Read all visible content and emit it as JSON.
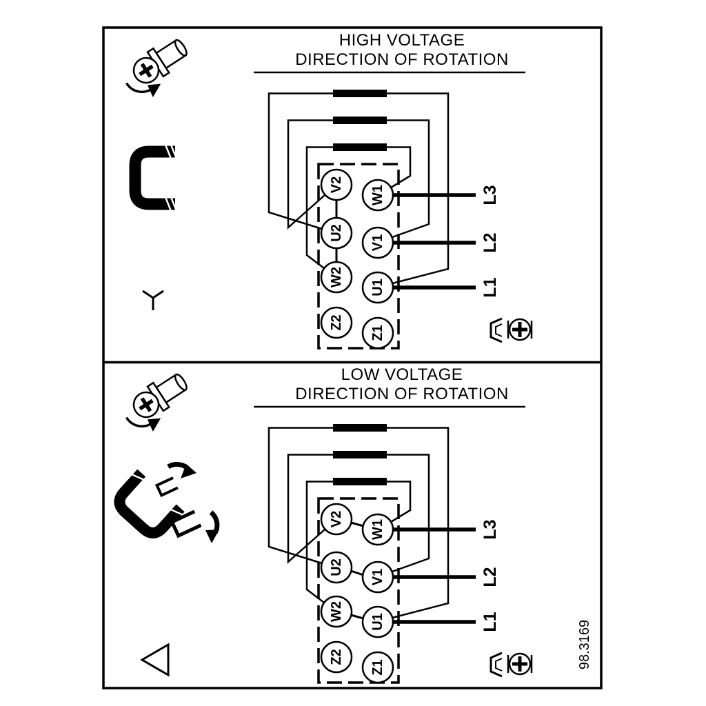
{
  "figure_number": "98.3169",
  "colors": {
    "line": "#000000",
    "background": "#ffffff"
  },
  "icons": {
    "screw_rotation": "phillips-screw-with-rotation-arrow",
    "jumper_link": "terminal-jumper-link",
    "star": "star-connection-symbol",
    "delta": "delta-connection-symbol",
    "jumper_rearrange": "jumper-links-rearrangement-with-arrows",
    "terminal_screw": "terminal-screw-head"
  },
  "panels": [
    {
      "title_line1": "HIGH VOLTAGE",
      "title_line2": "DIRECTION OF ROTATION",
      "connection": "star",
      "terminals_left": [
        "V2",
        "U2",
        "W2",
        "Z2"
      ],
      "terminals_right": [
        "W1",
        "V1",
        "U1",
        "Z1"
      ],
      "supply_lines": [
        "L3",
        "L2",
        "L1"
      ]
    },
    {
      "title_line1": "LOW VOLTAGE",
      "title_line2": "DIRECTION OF ROTATION",
      "connection": "delta",
      "terminals_left": [
        "V2",
        "U2",
        "W2",
        "Z2"
      ],
      "terminals_right": [
        "W1",
        "V1",
        "U1",
        "Z1"
      ],
      "supply_lines": [
        "L3",
        "L2",
        "L1"
      ]
    }
  ]
}
